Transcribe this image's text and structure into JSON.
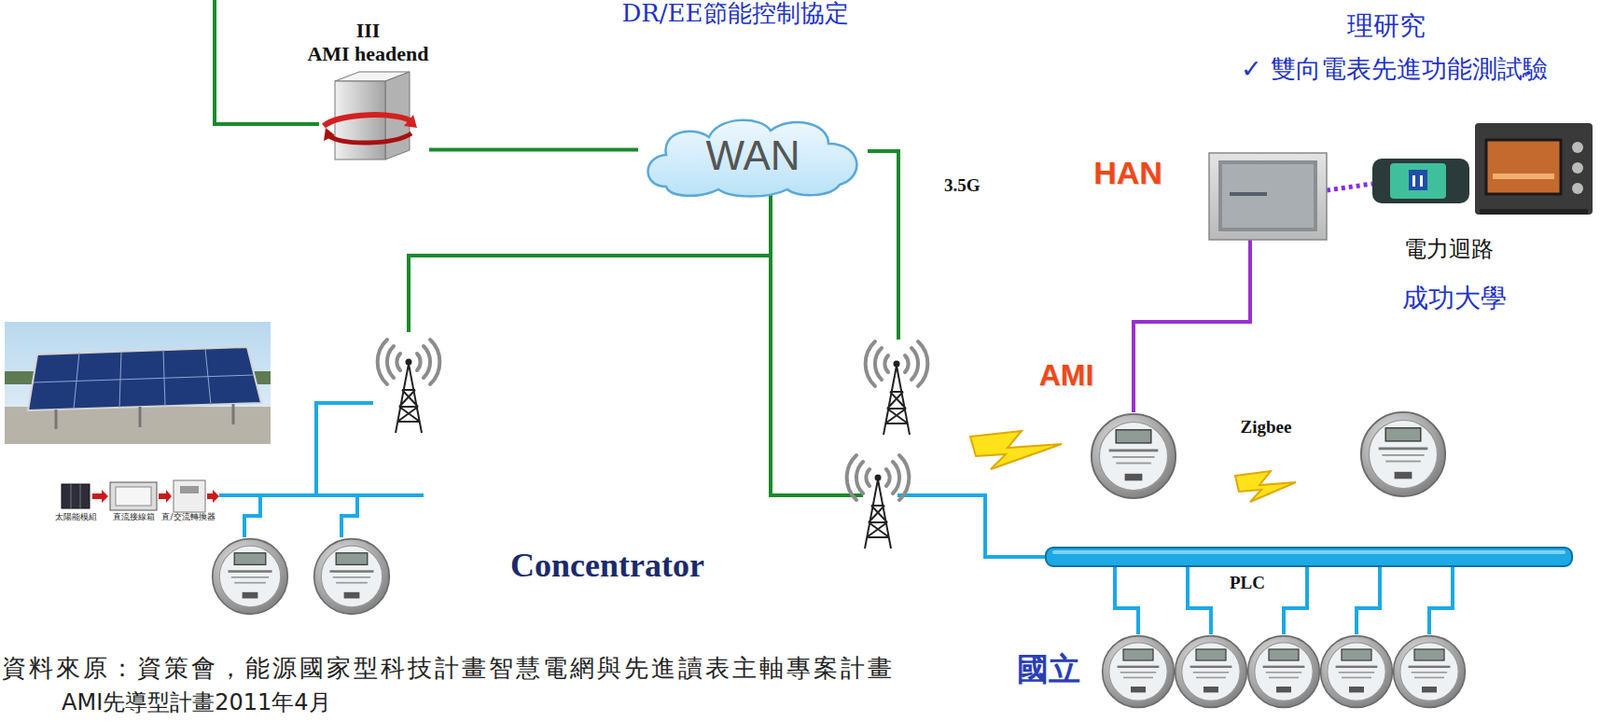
{
  "diagram": {
    "nodes": [
      {
        "text": [
          "III",
          "AMI headend"
        ]
      },
      {
        "text": [
          "WAN"
        ]
      }
    ],
    "edges": [
      {
        "from": 0,
        "to": 1,
        "arrow": "none"
      }
    ],
    "labels": [
      "DR/EE節能控制協定",
      "理研究",
      "✓ 雙向電表先進功能測試驗",
      "3.5G",
      "HAN",
      "電力迴路",
      "成功大學",
      "AMI",
      "Zigbee",
      "太陽能模組",
      "直流接線箱",
      "直/交流轉換器",
      "Concentrator",
      "PLC",
      "資料來原：資策會，能源國家型科技計畫智慧電網與先進讀表主軸專案計畫",
      "國立",
      "AMI先導型計畫2011年4月"
    ]
  }
}
